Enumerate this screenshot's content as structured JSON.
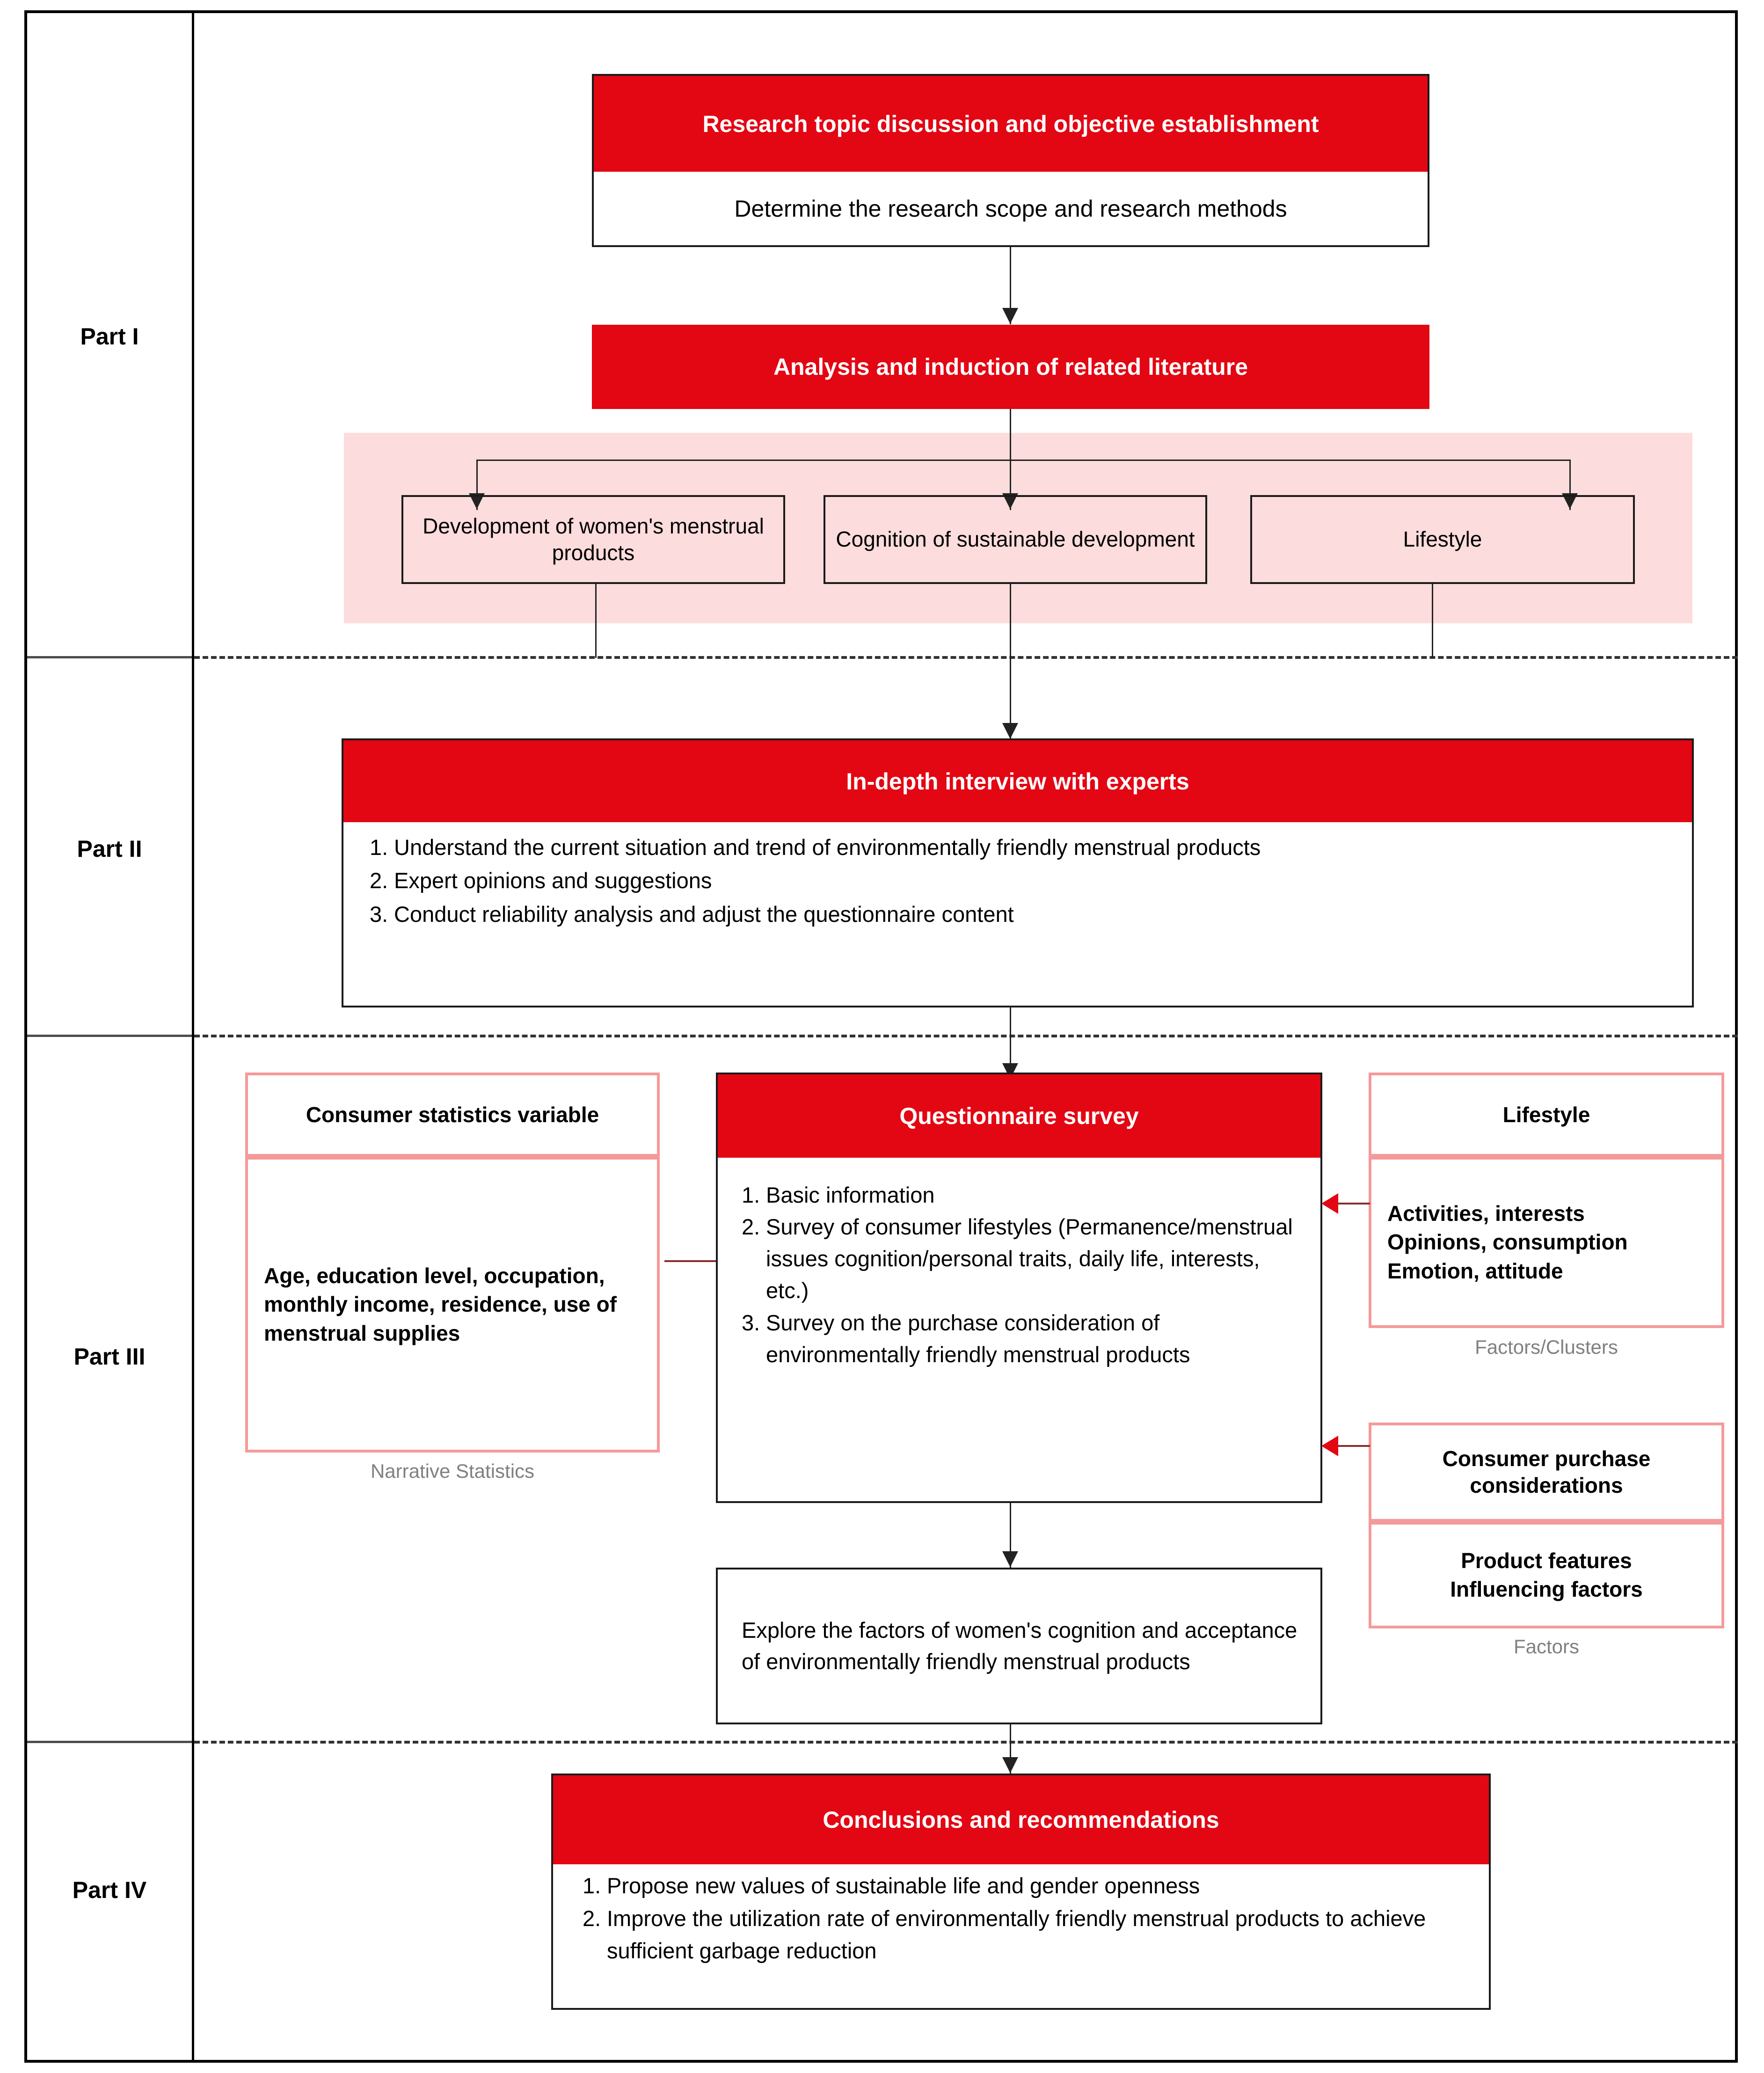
{
  "parts": [
    {
      "label": "Part I"
    },
    {
      "label": "Part II"
    },
    {
      "label": "Part III"
    },
    {
      "label": "Part IV"
    }
  ],
  "part1": {
    "topic_box": {
      "header": "Research topic discussion and objective establishment",
      "body": "Determine the research scope and research methods"
    },
    "literature_box": {
      "header": "Analysis and induction of related literature"
    },
    "branches": [
      {
        "label": "Development of women's menstrual products"
      },
      {
        "label": "Cognition of sustainable development"
      },
      {
        "label": "Lifestyle"
      }
    ]
  },
  "part2": {
    "interview_box": {
      "header": "In-depth interview with experts",
      "items": [
        {
          "num": "1.",
          "text": "Understand the current situation and trend of environmentally friendly menstrual products"
        },
        {
          "num": "2.",
          "text": "Expert opinions and suggestions"
        },
        {
          "num": "3.",
          "text": "Conduct reliability analysis and adjust the questionnaire content"
        }
      ]
    }
  },
  "part3": {
    "left_panel": {
      "title": "Consumer statistics variable",
      "body": "Age, education level, occupation, monthly income, residence, use of menstrual supplies",
      "caption": "Narrative Statistics"
    },
    "questionnaire_box": {
      "header": "Questionnaire survey",
      "items": [
        {
          "num": "1.",
          "text": "Basic information"
        },
        {
          "num": "2.",
          "text": "Survey of consumer lifestyles (Permanence/menstrual issues cognition/personal traits, daily life, interests, etc.)"
        },
        {
          "num": "3.",
          "text": "Survey on the purchase consideration of environmentally friendly menstrual products"
        }
      ]
    },
    "explore_box": {
      "body": "Explore the factors of women's cognition and acceptance of environmentally friendly menstrual products"
    },
    "right_panel_top": {
      "title": "Lifestyle",
      "body": "Activities, interests\nOpinions, consumption\nEmotion, attitude",
      "caption": "Factors/Clusters"
    },
    "right_panel_bottom": {
      "title": "Consumer purchase considerations",
      "body": "Product features\nInfluencing factors",
      "caption": "Factors"
    }
  },
  "part4": {
    "conclusion_box": {
      "header": "Conclusions and recommendations",
      "items": [
        {
          "num": "1.",
          "text": "Propose new values of sustainable life and gender  openness"
        },
        {
          "num": "2.",
          "text": "Improve the utilization rate of environmentally friendly menstrual products to achieve sufficient garbage reduction"
        }
      ]
    }
  },
  "colors": {
    "accent_red": "#E30613",
    "pale_pink_band": "#FCDCDC",
    "pink_border": "#F59A9A",
    "caption_gray": "#808080",
    "frame_black": "#000000"
  }
}
